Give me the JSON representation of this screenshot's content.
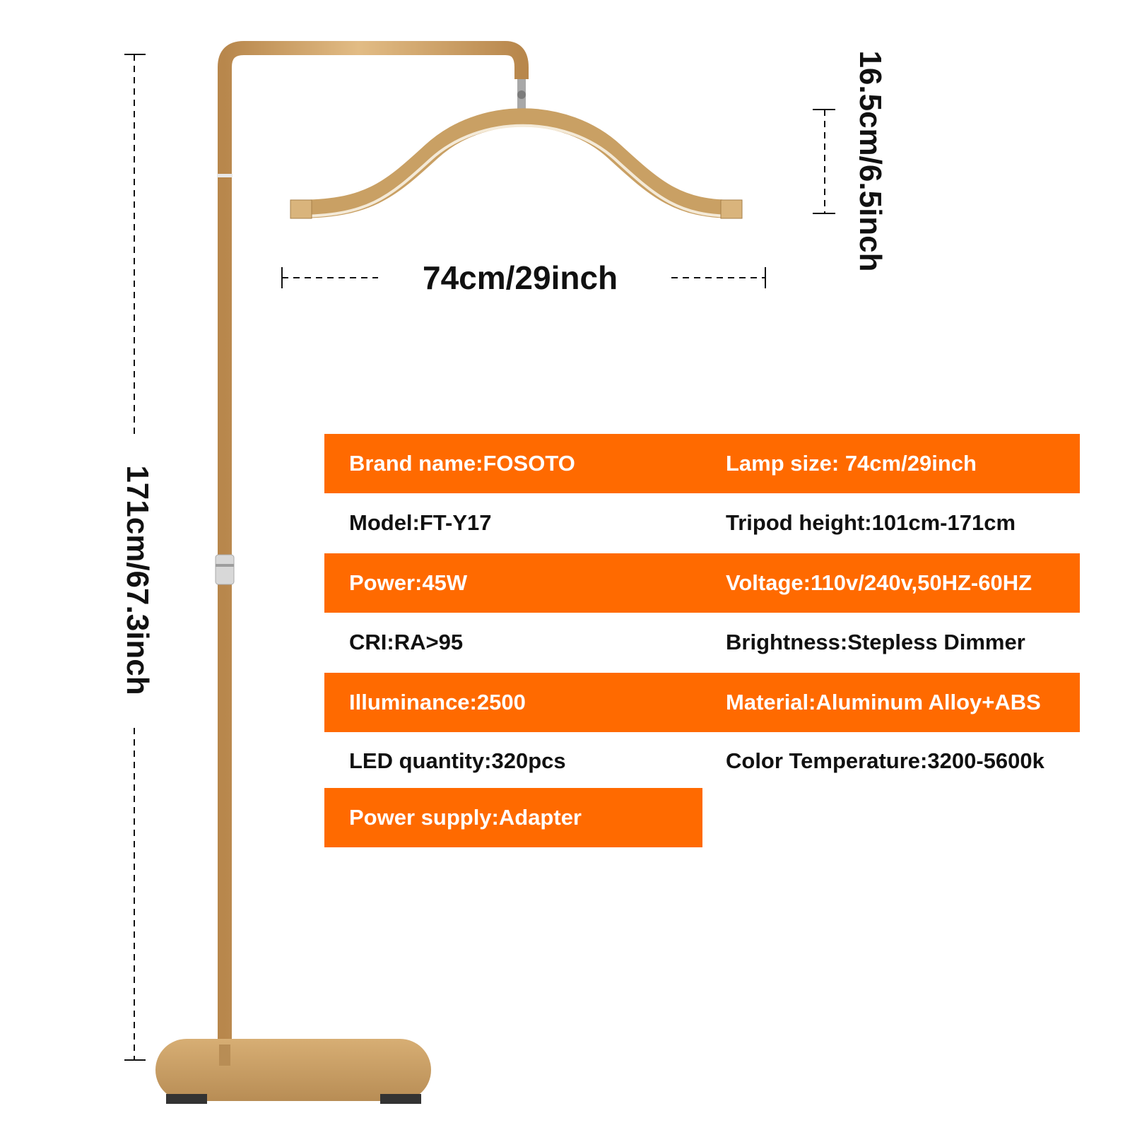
{
  "dimensions": {
    "width_label": "74cm/29inch",
    "height_label": "16.5cm/6.5inch",
    "stand_height_label": "171cm/67.3inch"
  },
  "colors": {
    "accent": "#FF6A00",
    "gold": "#C9A064",
    "text": "#111111"
  },
  "specs": [
    {
      "left": "Brand name:FOSOTO",
      "right": "Lamp size: 74cm/29inch",
      "highlight": true
    },
    {
      "left": "Model:FT-Y17",
      "right": "Tripod height:101cm-171cm",
      "highlight": false
    },
    {
      "left": "Power:45W",
      "right": "Voltage:110v/240v,50HZ-60HZ",
      "highlight": true
    },
    {
      "left": "CRI:RA>95",
      "right": "Brightness:Stepless Dimmer",
      "highlight": false
    },
    {
      "left": "Illuminance:2500",
      "right": "Material:Aluminum Alloy+ABS",
      "highlight": true
    },
    {
      "left": "LED quantity:320pcs",
      "right": "Color Temperature:3200-5600k",
      "highlight": false
    },
    {
      "left": "Power supply:Adapter",
      "right": "",
      "highlight": true
    }
  ]
}
